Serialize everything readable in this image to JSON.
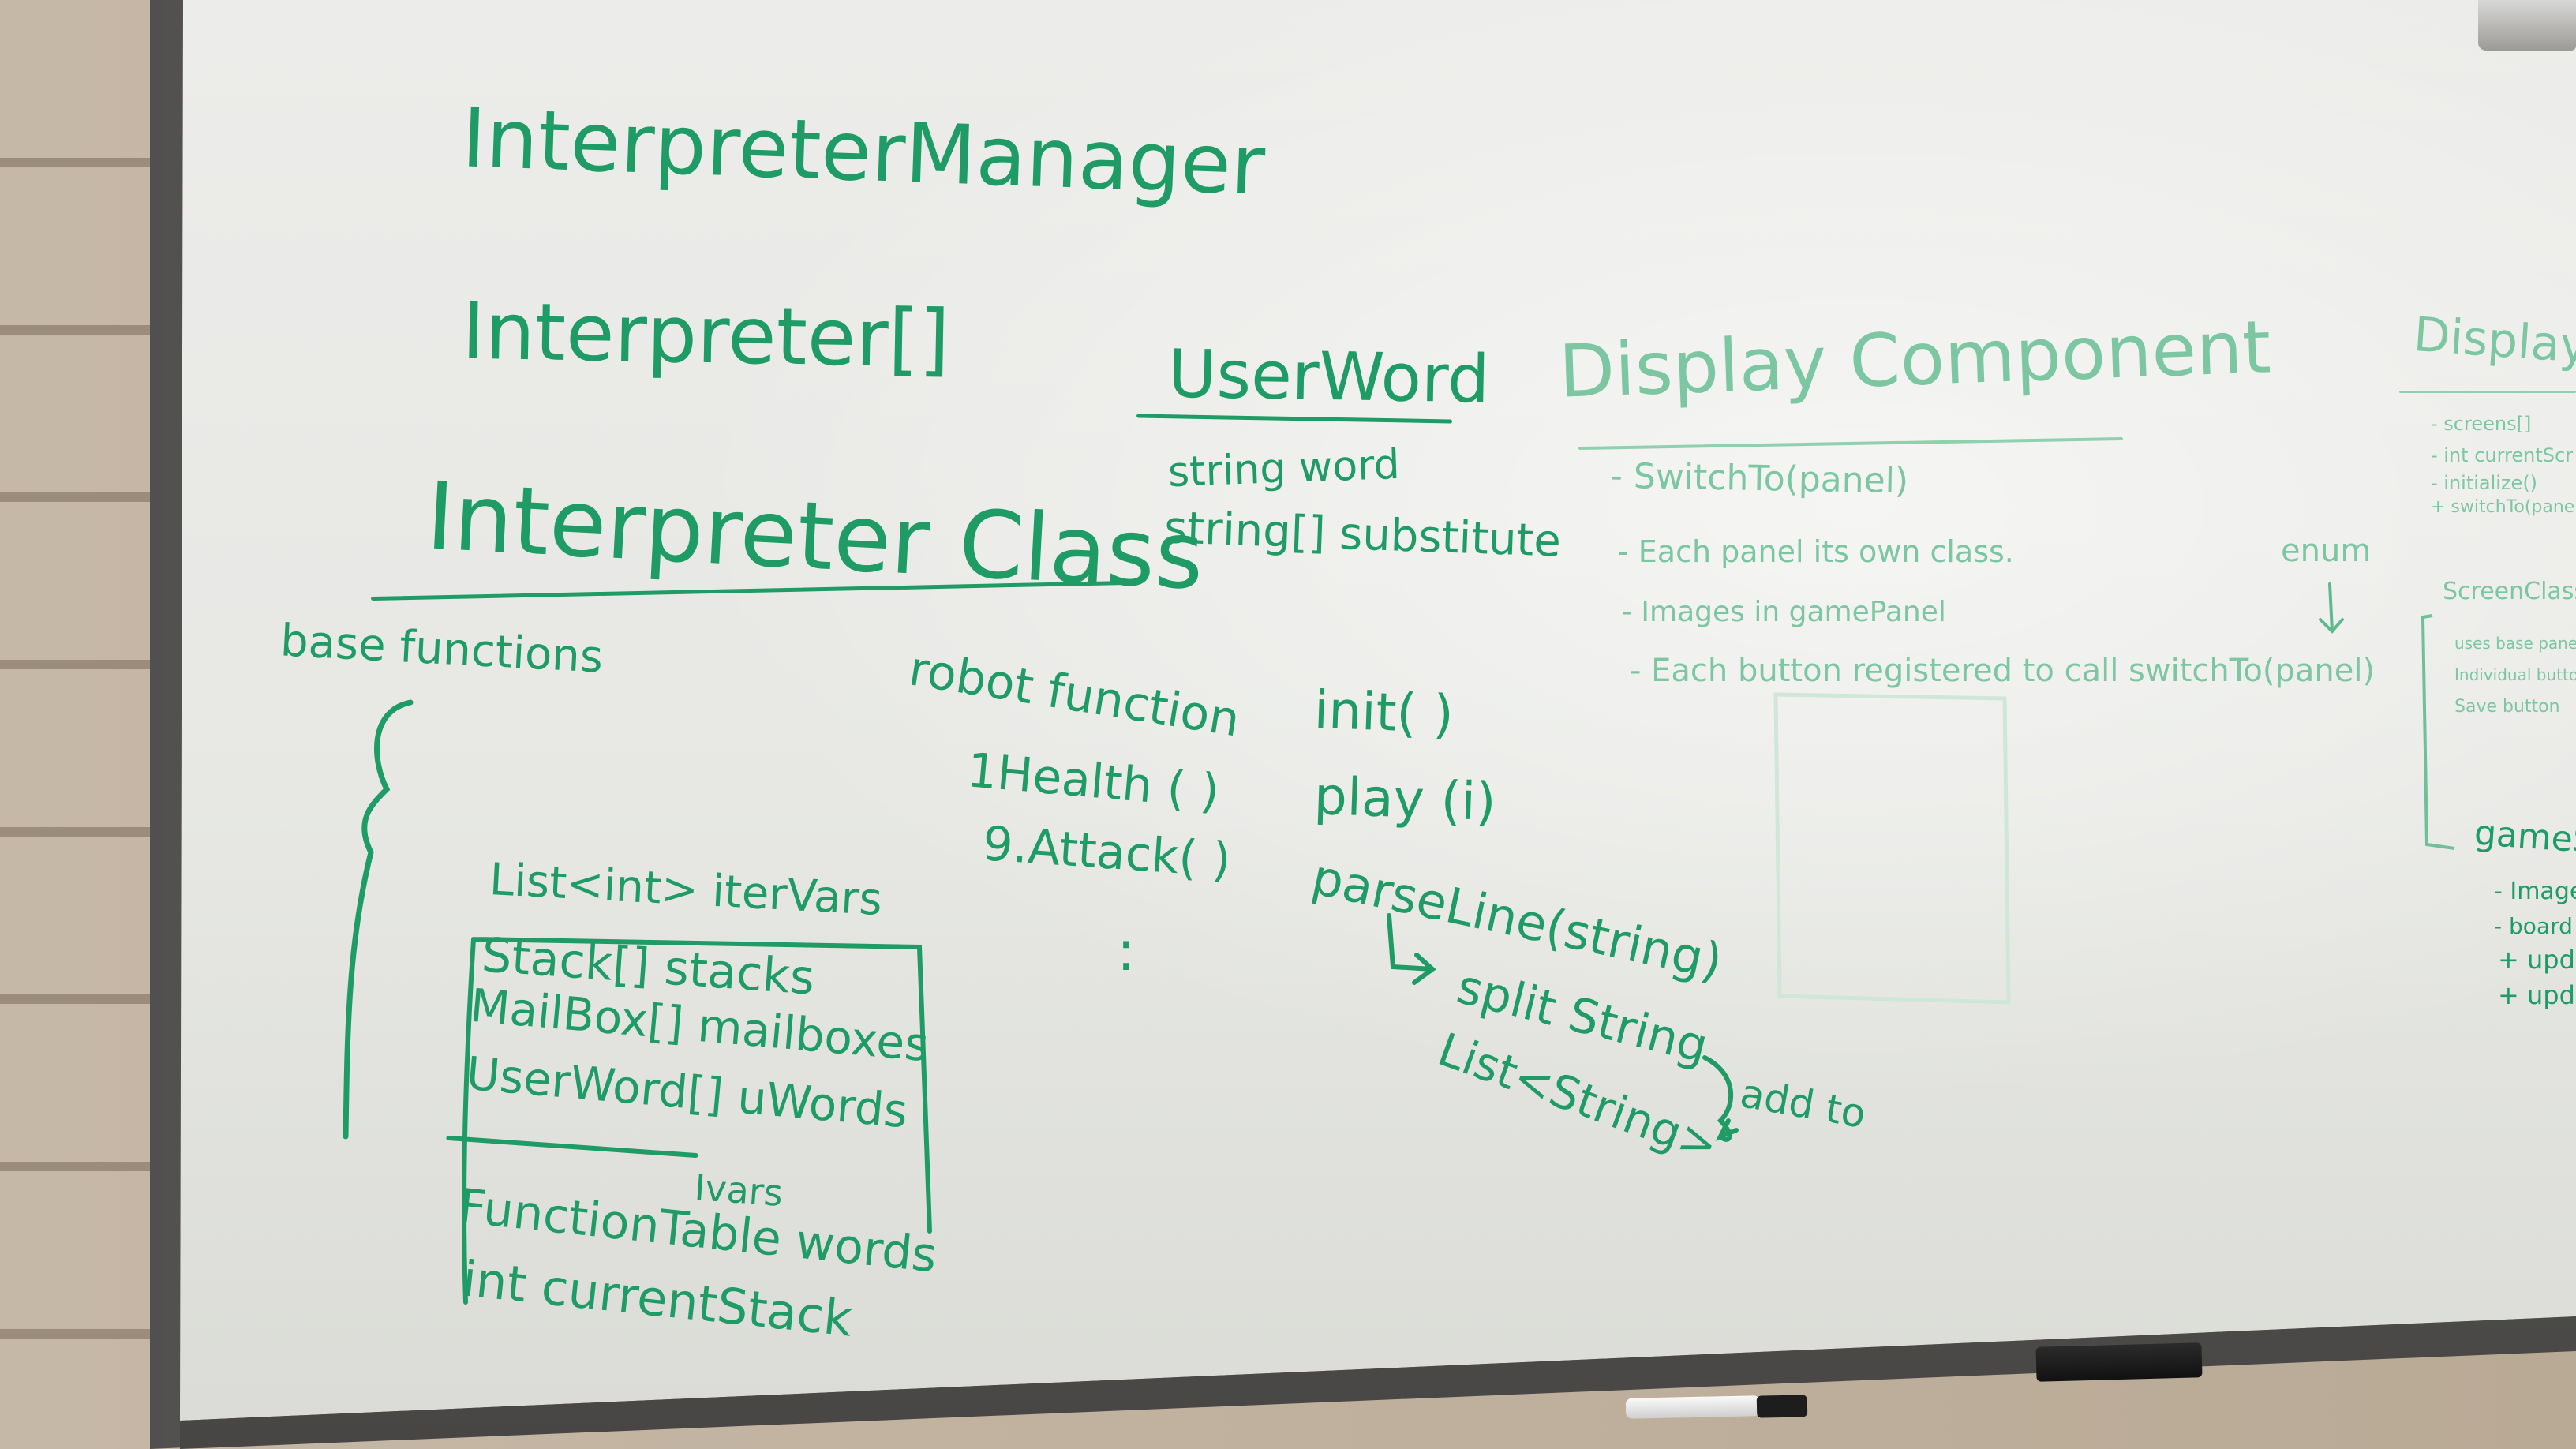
{
  "whiteboard": {
    "title_manager": "InterpreterManager",
    "title_array": "Interpreter[]",
    "interpreter_class": {
      "heading": "Interpreter Class",
      "base_functions": "base functions",
      "fields_header": "List<int> iterVars",
      "fields": [
        "Stack[] stacks",
        "MailBox[] mailboxes",
        "UserWord[] uWords",
        "Ivars",
        "FunctionTable words",
        "int currentStack"
      ]
    },
    "robot_function": {
      "heading": "robot function",
      "items": [
        "1Health ( )",
        "9.Attack( )"
      ],
      "ellipsis": ":"
    },
    "methods": {
      "items": [
        "init( )",
        "play (i)",
        "parseLine(string)"
      ],
      "split_string": "split String",
      "list_string": "List<String>",
      "add_to": "add to"
    },
    "user_word": {
      "heading": "UserWord",
      "fields": [
        "string word",
        "string[] substitute"
      ]
    },
    "display_component": {
      "heading": "Display Component",
      "items": [
        "- SwitchTo(panel)",
        "- Each panel its own class.",
        "- Images in gamePanel",
        "- Each button registered to call switchTo(panel)"
      ],
      "enum_note": "enum"
    },
    "display_class": {
      "heading": "DisplayCla",
      "items": [
        "- screens[]",
        "- int currentScr",
        "- initialize()",
        "+ switchTo(panel)"
      ],
      "screen_class": "ScreenClass",
      "screen_items": [
        "uses base panel",
        "Individual butto",
        "Save button"
      ],
      "game_heading": "gameSc",
      "game_items": [
        "- Images",
        "- board",
        "+ updat",
        "+ upda"
      ]
    }
  }
}
